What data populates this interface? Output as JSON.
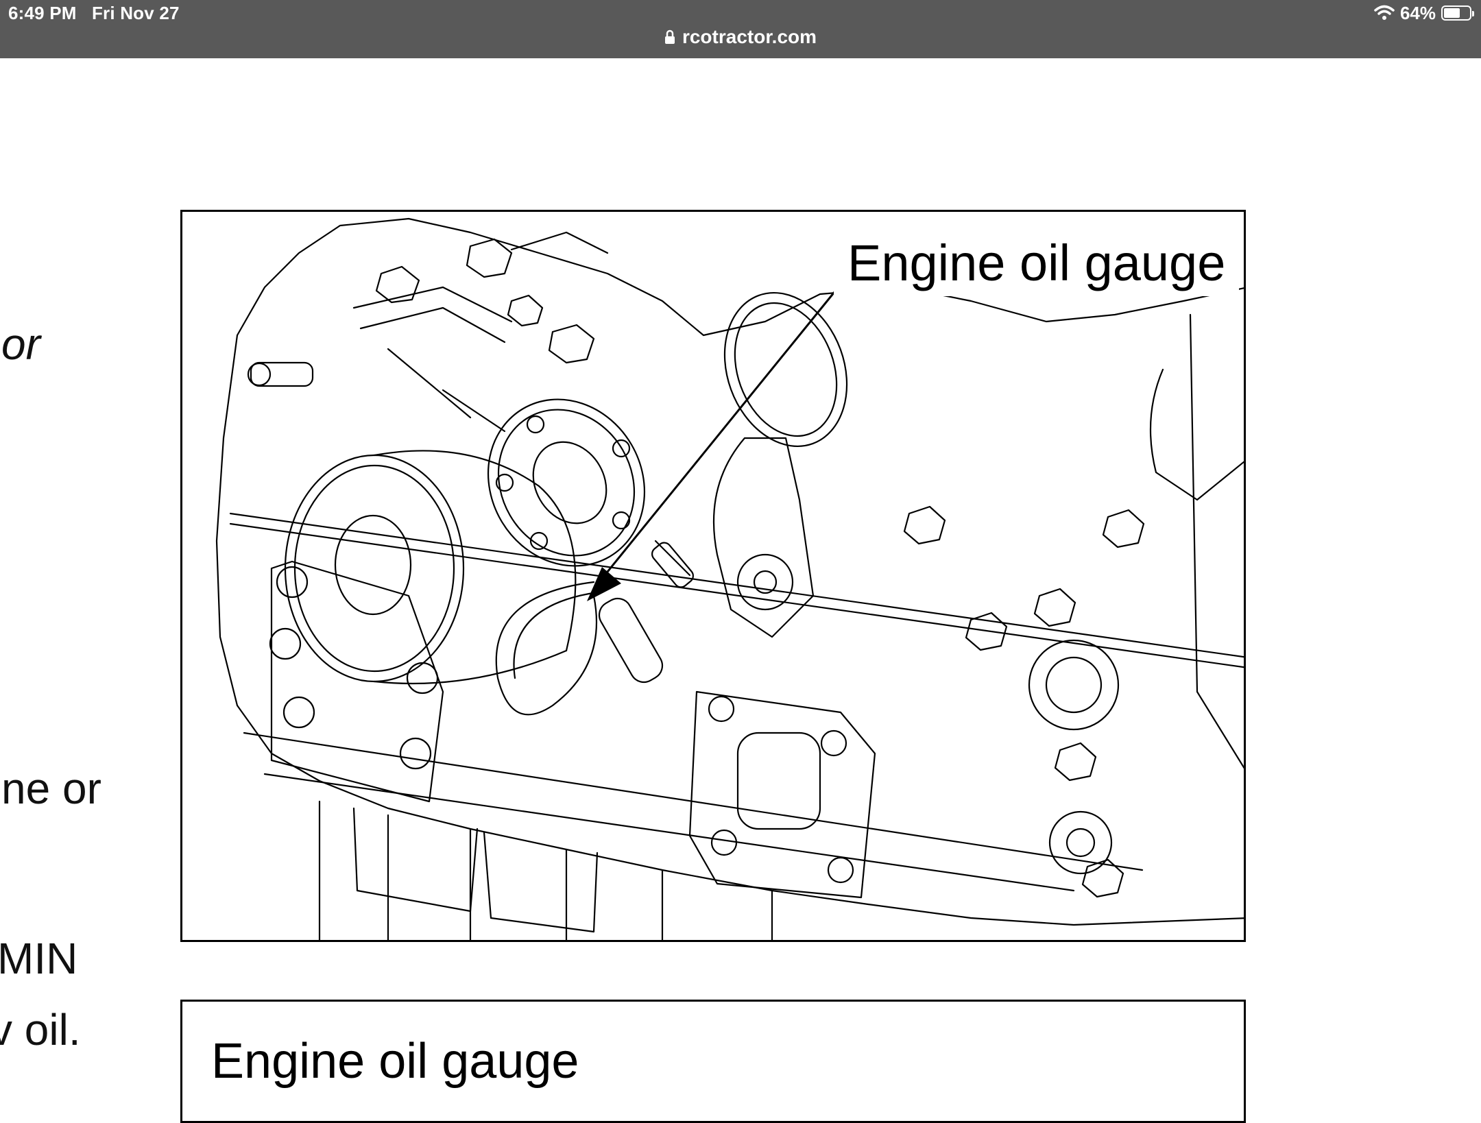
{
  "status_bar": {
    "time": "6:49 PM",
    "date": "Fri Nov 27",
    "battery": "64%",
    "battery_level": 0.64,
    "icons": [
      "wifi-icon",
      "battery-icon",
      "lock-icon"
    ]
  },
  "address_bar": {
    "url": "rcotractor.com"
  },
  "page_fragments": {
    "line1": "or",
    "line2": "ne or",
    "line3": "MIN",
    "line4": "v oil."
  },
  "figure": {
    "callout_label": "Engine oil gauge"
  },
  "caption": {
    "text": "Engine oil gauge"
  }
}
